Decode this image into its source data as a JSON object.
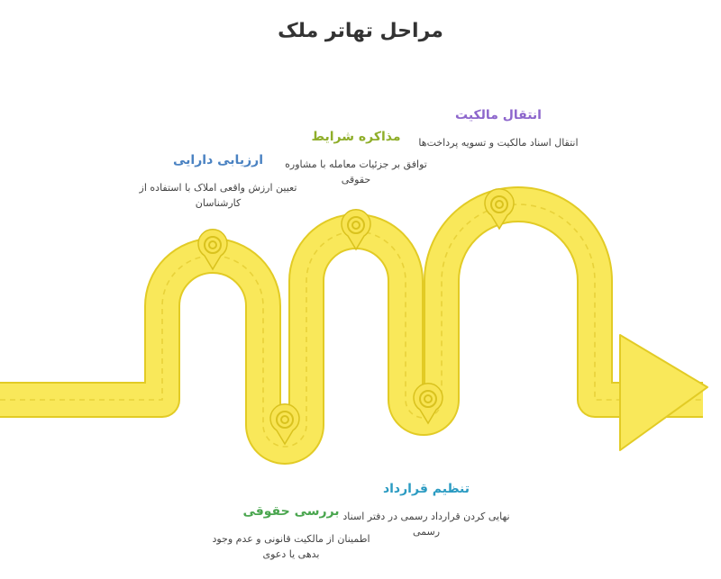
{
  "title": "مراحل تهاتر ملک",
  "colors": {
    "road_fill": "#f9e85a",
    "road_edge": "#e2cb25",
    "lane": "#e8d23a",
    "pin_fill": "#f8e453",
    "pin_ring": "#d9c21e"
  },
  "steps": [
    {
      "title": "ارزیابی دارایی",
      "description": "تعیین ارزش واقعی املاک با استفاده از کارشناسان",
      "color": "#4a82c2"
    },
    {
      "title": "بررسی حقوقی",
      "description": "اطمینان از مالکیت قانونی و عدم وجود بدهی یا دعوی",
      "color": "#4aa64f"
    },
    {
      "title": "مذاکره شرایط",
      "description": "توافق بر جزئیات معامله با مشاوره حقوقی",
      "color": "#8fae2a"
    },
    {
      "title": "تنظیم قرارداد",
      "description": "نهایی کردن قرارداد رسمی در دفتر اسناد رسمی",
      "color": "#2b9bc2"
    },
    {
      "title": "انتقال مالکیت",
      "description": "انتقال اسناد مالکیت و تسویه پرداخت‌ها",
      "color": "#8d66cc"
    }
  ]
}
